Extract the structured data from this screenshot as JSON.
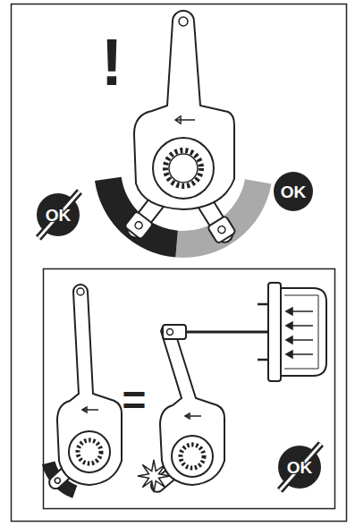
{
  "diagram": {
    "labels": [
      "!",
      "OK",
      "OK",
      "=",
      "OK"
    ]
  }
}
